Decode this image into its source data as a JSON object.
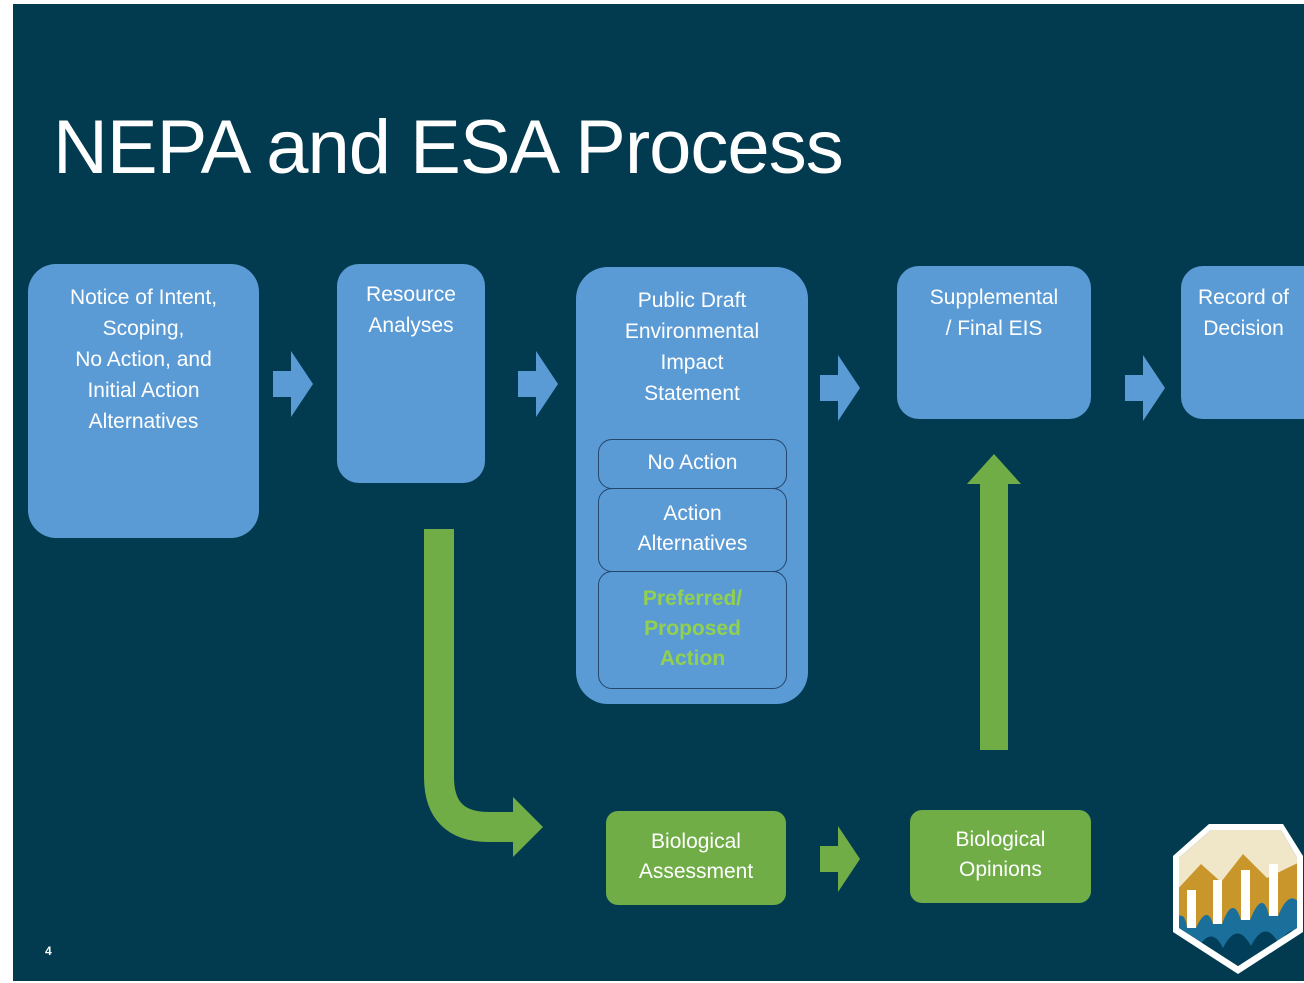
{
  "slide": {
    "title": "NEPA and ESA Process",
    "page_number": "4"
  },
  "steps": {
    "notice": "Notice of Intent,\nScoping,\nNo Action, and\nInitial Action\nAlternatives",
    "resource": "Resource\nAnalyses",
    "draft": "Public Draft\nEnvironmental\nImpact\nStatement",
    "supplemental": "Supplemental\n/ Final EIS",
    "record": "Record of\nDecision"
  },
  "draft_options": {
    "no_action": "No Action",
    "action_alternatives": "Action\nAlternatives",
    "preferred": "Preferred/\nProposed\nAction"
  },
  "esa": {
    "assessment": "Biological\nAssessment",
    "opinions": "Biological\nOpinions"
  },
  "colors": {
    "background": "#023b4f",
    "process_box": "#5b9bd5",
    "esa_box": "#70ad47",
    "preferred_text": "#92d050"
  },
  "icons": {
    "flow_arrow": "right-arrow-icon",
    "logo": "reclamation-logo"
  }
}
